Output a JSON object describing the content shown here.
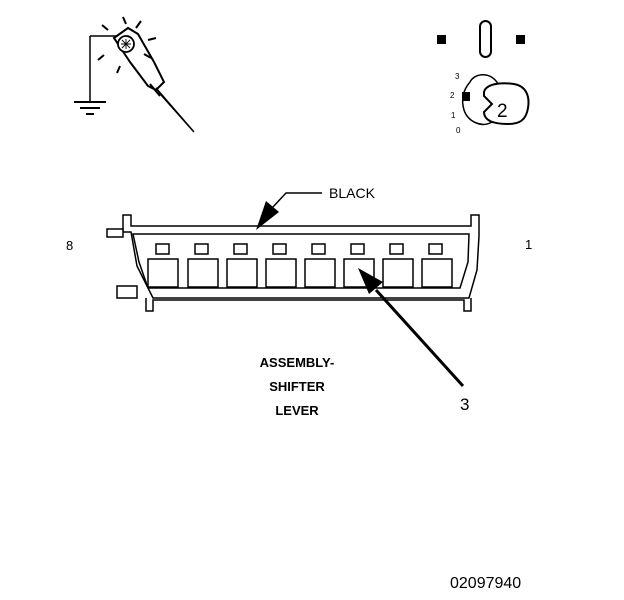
{
  "diagram": {
    "connector_color_label": "BLACK",
    "pin_end_left": "8",
    "pin_end_right": "1",
    "component_label_lines": [
      "ASSEMBLY-",
      "SHIFTER",
      "LEVER"
    ],
    "callout_cavity": "3",
    "ignition_position": "2",
    "ignition_scale": [
      "3",
      "2",
      "1",
      "0"
    ],
    "figure_number": "02097940"
  }
}
